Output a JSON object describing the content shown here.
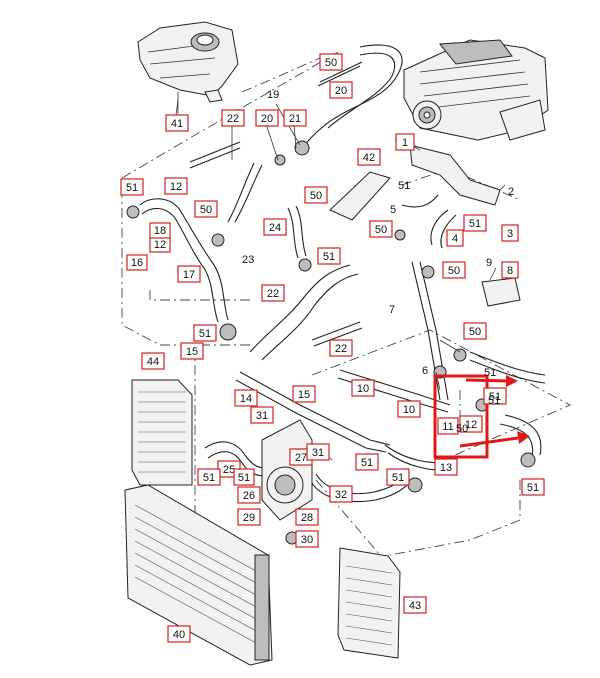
{
  "labels": {
    "c1": "1",
    "c2": "2",
    "c3": "3",
    "c4": "4",
    "c5": "5",
    "c6": "6",
    "c7": "7",
    "c8": "8",
    "c9": "9",
    "c10a": "10",
    "c10b": "10",
    "c11": "11",
    "c12a": "12",
    "c12b": "12",
    "c12c": "12",
    "c13": "13",
    "c14": "14",
    "c15a": "15",
    "c15b": "15",
    "c16": "16",
    "c17": "17",
    "c18": "18",
    "c19": "19",
    "c20a": "20",
    "c20b": "20",
    "c21": "21",
    "c22a": "22",
    "c22b": "22",
    "c22c": "22",
    "c23": "23",
    "c24": "24",
    "c25": "25",
    "c26": "26",
    "c27": "27",
    "c28": "28",
    "c29": "29",
    "c30": "30",
    "c31a": "31",
    "c31b": "31",
    "c32": "32",
    "c40": "40",
    "c41": "41",
    "c42": "42",
    "c43": "43",
    "c44": "44",
    "c50a": "50",
    "c50b": "50",
    "c50c": "50",
    "c50d": "50",
    "c50e": "50",
    "c50f": "50",
    "c50g": "50",
    "c51a": "51",
    "c51b": "51",
    "c51c": "51",
    "c51d": "51",
    "c51e": "51",
    "c51f": "51",
    "c51g": "51",
    "c51h": "51",
    "c51i": "51",
    "c51j": "51",
    "c51k": "51",
    "c51l": "51",
    "c51m": "51"
  },
  "colors": {
    "callout_border": "#d61f1f",
    "highlight": "#e01818",
    "line": "#222222"
  }
}
